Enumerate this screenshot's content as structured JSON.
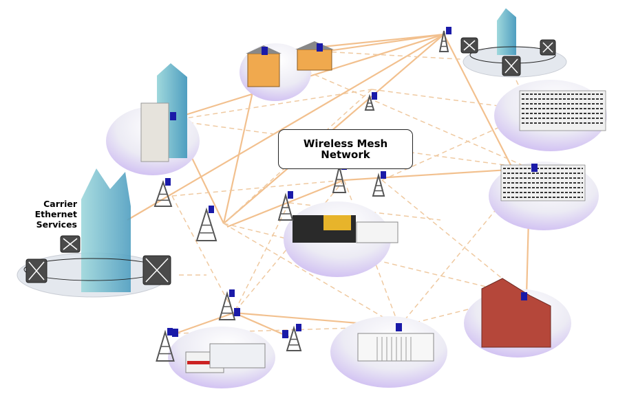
{
  "title": {
    "line1": "Wireless Mesh",
    "line2": "Network"
  },
  "carrier": {
    "line1": "Carrier",
    "line2": "Ethernet",
    "line3": "Services"
  },
  "colors": {
    "link_solid": "#f2c08e",
    "link_dashed": "#efc9a0",
    "site_fill": "#d6c8f4",
    "site_accent": "#b58de8",
    "radio_box": "#1a1aa8",
    "tower": "#555555",
    "cloud": "#e4e8ee",
    "switch": "#4a4a4a"
  },
  "icons": [
    "building-icon",
    "tower-icon",
    "radio-icon",
    "switch-icon",
    "cloud-icon",
    "train-icon",
    "truck-icon",
    "fire-truck-icon",
    "ambulance-icon",
    "white-house-icon",
    "house-icon"
  ]
}
